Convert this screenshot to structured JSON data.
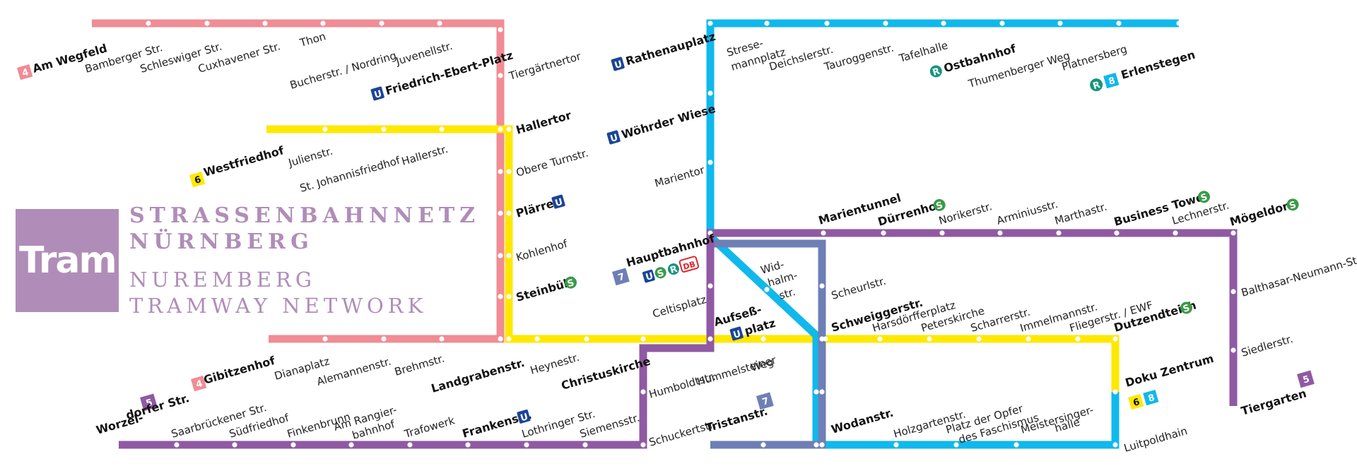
{
  "title": {
    "logo": "Tram",
    "de_line1": "STRASSENBAHNNETZ",
    "de_line2": "NÜRNBERG",
    "en_line1": "NUREMBERG",
    "en_line2": "TRAMWAY NETWORK"
  },
  "colors": {
    "line4": "#f08c94",
    "line5": "#9059a3",
    "line6": "#ffe800",
    "line7": "#6e7fb6",
    "line8": "#10b8ec",
    "ubahn": "#1b4596",
    "sbahn": "#3a9a48",
    "regio": "#15967d",
    "db": "#e3242b"
  },
  "stations": {
    "am_wegfeld": "Am Wegfeld",
    "bamberger": "Bamberger Str.",
    "schleswiger": "Schleswiger Str.",
    "cuxhavener": "Cuxhavener Str.",
    "thon": "Thon",
    "bucherstr": "Bucherstr. / Nordring",
    "juvenellstr": "Juvenellstr.",
    "friedrich_ebert": "Friedrich-Ebert-Platz",
    "tiergaertnertor": "Tiergärtnertor",
    "rathenauplatz": "Rathenauplatz",
    "stresemannplatz_1": "Strese-",
    "stresemannplatz_2": "mannplatz",
    "deichslerstr": "Deichslerstr.",
    "tauroggenstr": "Tauroggenstr.",
    "tafelhalle": "Tafelhalle",
    "ostbahnhof": "Ostbahnhof",
    "thumenberger": "Thumenberger Weg",
    "platnersberg": "Platnersberg",
    "erlenstegen": "Erlenstegen",
    "westfriedhof": "Westfriedhof",
    "julienstr": "Julienstr.",
    "st_johannisfriedhof": "St. Johannisfriedhof",
    "hallerstr": "Hallerstr.",
    "hallertor": "Hallertor",
    "obere_turnstr": "Obere Turnstr.",
    "plaerrer": "Plärrer",
    "kohlenhof": "Kohlenhof",
    "steinbuehl": "Steinbühl",
    "woehrder_wiese": "Wöhrder Wiese",
    "marientor": "Marientor",
    "hauptbahnhof": "Hauptbahnhof",
    "celtisplatz": "Celtisplatz",
    "widhalmstr_1": "Wid-",
    "widhalmstr_2": "halm-",
    "widhalmstr_3": "str.",
    "aufsess_1": "Aufseß-",
    "aufsess_2": "platz",
    "marientunnel": "Marientunnel",
    "duerrenhof": "Dürrenhof",
    "norikerstr": "Norikerstr.",
    "arminiusstr": "Arminiusstr.",
    "marthastr": "Marthastr.",
    "business_tower": "Business Tower",
    "lechnerstr": "Lechnerstr.",
    "moegeldorf": "Mögeldorf",
    "scheurlstr": "Scheurlstr.",
    "schweiggerstr": "Schweiggerstr.",
    "harsdoerfferplatz": "Harsdörfferplatz",
    "peterskirche": "Peterskirche",
    "scharrerstr": "Scharrerstr.",
    "immelmannstr": "Immelmannstr.",
    "fliegerstr": "Fliegerstr. / EWF",
    "dutzendteich": "Dutzendteich",
    "balthasar": "Balthasar-Neumann-Str.",
    "siedlerstr": "Siedlerstr.",
    "tiergarten": "Tiergarten",
    "gibitzenhof": "Gibitzenhof",
    "dianaplatz": "Dianaplatz",
    "alemannenstr": "Alemannenstr.",
    "brehmstr": "Brehmstr.",
    "landgrabenstr": "Landgrabenstr.",
    "heynestr": "Heynestr.",
    "christuskirche": "Christuskirche",
    "humboldtstr": "Humboldtstr.",
    "hummelsteiner_1": "Hummelsteiner",
    "hummelsteiner_2": "Weg",
    "worzeldorfer_1": "Worzel-",
    "worzeldorfer_2": "dorfer Str.",
    "saarbruecker": "Saarbrückener Str.",
    "suedfriedhof": "Südfriedhof",
    "finkenbrunn": "Finkenbrunn",
    "am_rangier_1": "Am Rangier-",
    "am_rangier_2": "bahnhof",
    "trafowerk": "Trafowerk",
    "frankenstr": "Frankenstr.",
    "lothringer": "Lothringer Str.",
    "siemensstr": "Siemensstr.",
    "schuckertstr": "Schuckertstr.",
    "tristanstr": "Tristanstr.",
    "wodanstr": "Wodanstr.",
    "holzgartenstr": "Holzgartenstr.",
    "platz_opfer_1": "Platz der Opfer",
    "platz_opfer_2": "des Faschismus",
    "meistersinger_1": "Meistersinger-",
    "meistersinger_2": "halle",
    "doku_zentrum": "Doku Zentrum",
    "luitpoldhain": "Luitpoldhain"
  },
  "badges": {
    "n4": "4",
    "n5": "5",
    "n6": "6",
    "n7": "7",
    "n8": "8",
    "u": "U",
    "s": "S",
    "r": "R",
    "db": "DB"
  }
}
